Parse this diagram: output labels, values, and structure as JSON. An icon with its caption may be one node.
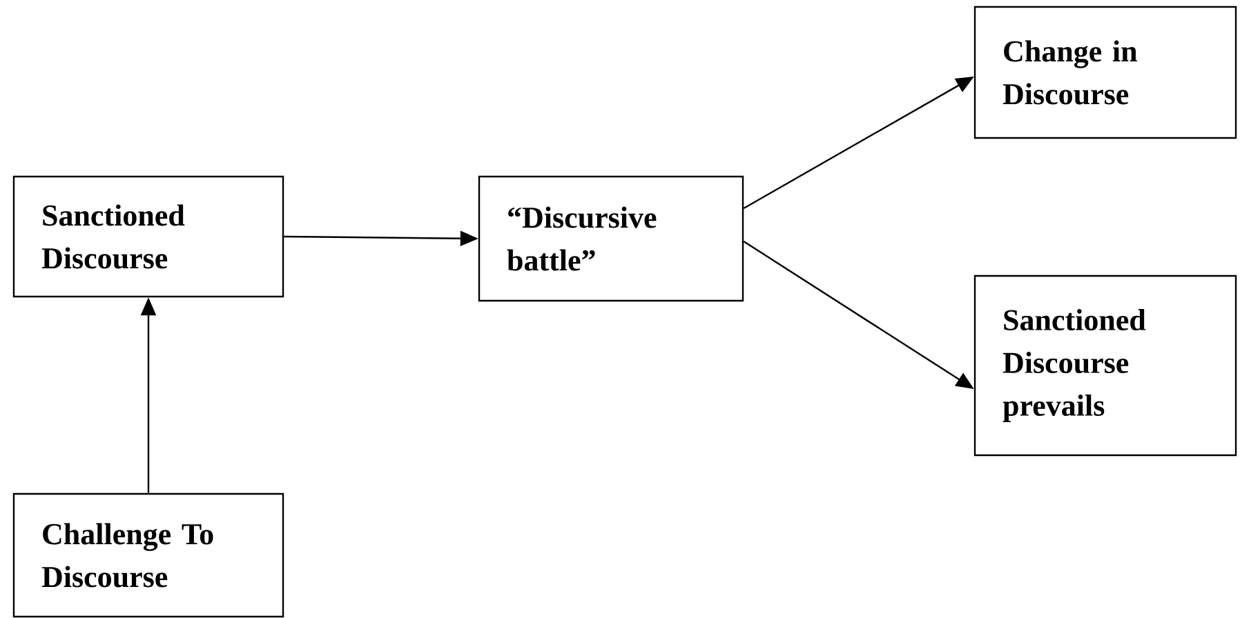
{
  "diagram": {
    "nodes": [
      {
        "text": [
          "Sanctioned Discourse"
        ]
      },
      {
        "text": [
          "“Discursive battle”"
        ]
      },
      {
        "text": [
          "Change in Discourse"
        ]
      },
      {
        "text": [
          "Sanctioned Discourse prevails"
        ]
      },
      {
        "text": [
          "Challenge To Discourse"
        ]
      }
    ],
    "edges": [
      {
        "from": 0,
        "to": 1,
        "arrow": "to"
      },
      {
        "from": 1,
        "to": 2,
        "arrow": "to"
      },
      {
        "from": 1,
        "to": 3,
        "arrow": "to"
      },
      {
        "from": 4,
        "to": 0,
        "arrow": "to"
      }
    ]
  }
}
